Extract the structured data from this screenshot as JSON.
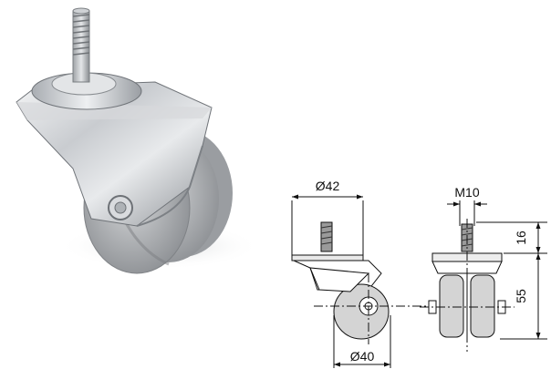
{
  "labels": {
    "front_width": "Ø42",
    "wheel_diameter": "Ø40",
    "thread": "M10",
    "stem_length": "16",
    "overall_height": "55"
  }
}
